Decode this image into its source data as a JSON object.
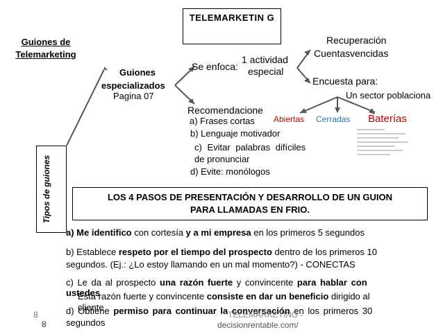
{
  "title_box": "TELEMARKETIN G",
  "guiones_title": "Guiones de Telemarketing",
  "tipos_label": "Tipos de guiones",
  "especializados": {
    "line1": "Guiones",
    "line2": "especializados",
    "page": "Pagina 07"
  },
  "se_enfoca": "Se enfoca:",
  "actividad": {
    "line1": "1 actividad",
    "line2": "especial"
  },
  "recuperacion": "Recuperación",
  "cuentas": "Cuentas",
  "vencidas": "vencidas",
  "encuesta": "Encuesta para:",
  "sector": "Un sector poblaciona",
  "recomendaciones": "Recomendacione",
  "recs": {
    "a": "a) Frases cortas",
    "b": "b) Lenguaje motivador",
    "c1": "c) Evitar palabras difíciles",
    "c2": "de pronunciar",
    "d": "d) Evite: monólogos"
  },
  "survey_types": {
    "abiertas": "Abiertas",
    "cerradas": "Cerradas",
    "baterias": "Baterías"
  },
  "colors": {
    "abiertas": "#c00000",
    "cerradas": "#2e75b6",
    "baterias": "#c00000"
  },
  "steps_title": {
    "line1": "LOS 4 PASOS DE PRESENTACIÓN Y DESARROLLO DE UN GUION",
    "line2": "PARA LLAMADAS EN FRIO."
  },
  "steps": {
    "a": {
      "p1": "a)   Me identifico",
      "p2": " con cortesía ",
      "p3": "y a mi empresa",
      "p4": " en los primeros 5 segundos"
    },
    "b": {
      "p1": "b) Establece ",
      "p2": "respeto por el tiempo del prospecto",
      "p3": " dentro de los primeros 10",
      "line2": "segundos. (Ej.: ¿Lo estoy llamando en un mal momento?) - CONECTAS"
    },
    "c": {
      "p1": "c) Le da al prospecto ",
      "p2": "una razón fuerte",
      "p3": " y convincente ",
      "p4": "para hablar con",
      "line2": "ustedes"
    },
    "overlap": {
      "p1": "Esta razón fuerte y convincente ",
      "p2": "consiste en dar un beneficio",
      "p3": " dirigido al"
    },
    "d": {
      "p1": "d) Obtiene ",
      "p2": "permiso para continuar la conversación",
      "p3": " en los primeros 30",
      "line2": "segundos",
      "line2b": "cliente"
    }
  },
  "footer": {
    "num1": "8",
    "num2": "8",
    "source_line1": "TELEMARKETING -",
    "source_line2": "decisionrentable.com/"
  }
}
